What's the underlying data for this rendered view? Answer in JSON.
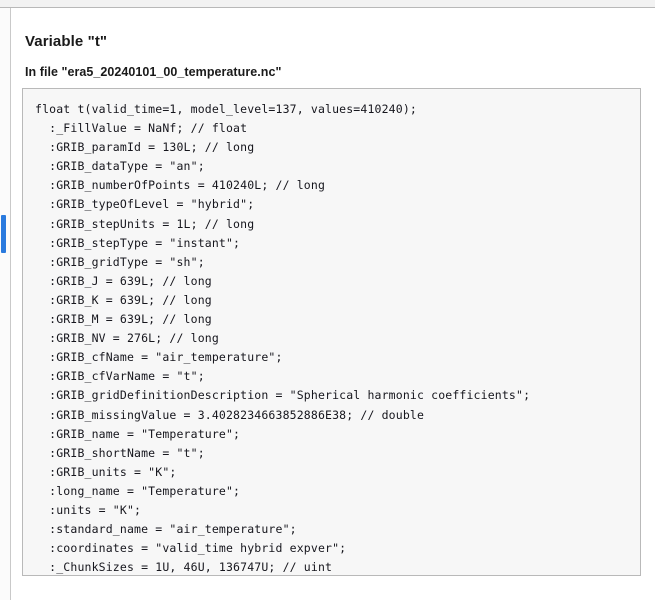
{
  "window": {
    "scrollbar": {
      "orientation": "vertical",
      "thumb_color": "#2a7ade"
    }
  },
  "page": {
    "title": "Variable \"t\"",
    "subtitle": "In file \"era5_20240101_00_temperature.nc\""
  },
  "code_block": {
    "language": "cdl",
    "background_color": "#f7f7f7",
    "border_color": "#b9b9b9",
    "text_color": "#16161d",
    "lines": [
      "float t(valid_time=1, model_level=137, values=410240);",
      "  :_FillValue = NaNf; // float",
      "  :GRIB_paramId = 130L; // long",
      "  :GRIB_dataType = \"an\";",
      "  :GRIB_numberOfPoints = 410240L; // long",
      "  :GRIB_typeOfLevel = \"hybrid\";",
      "  :GRIB_stepUnits = 1L; // long",
      "  :GRIB_stepType = \"instant\";",
      "  :GRIB_gridType = \"sh\";",
      "  :GRIB_J = 639L; // long",
      "  :GRIB_K = 639L; // long",
      "  :GRIB_M = 639L; // long",
      "  :GRIB_NV = 276L; // long",
      "  :GRIB_cfName = \"air_temperature\";",
      "  :GRIB_cfVarName = \"t\";",
      "  :GRIB_gridDefinitionDescription = \"Spherical harmonic coefficients\";",
      "  :GRIB_missingValue = 3.4028234663852886E38; // double",
      "  :GRIB_name = \"Temperature\";",
      "  :GRIB_shortName = \"t\";",
      "  :GRIB_units = \"K\";",
      "  :long_name = \"Temperature\";",
      "  :units = \"K\";",
      "  :standard_name = \"air_temperature\";",
      "  :coordinates = \"valid_time hybrid expver\";",
      "  :_ChunkSizes = 1U, 46U, 136747U; // uint"
    ]
  }
}
